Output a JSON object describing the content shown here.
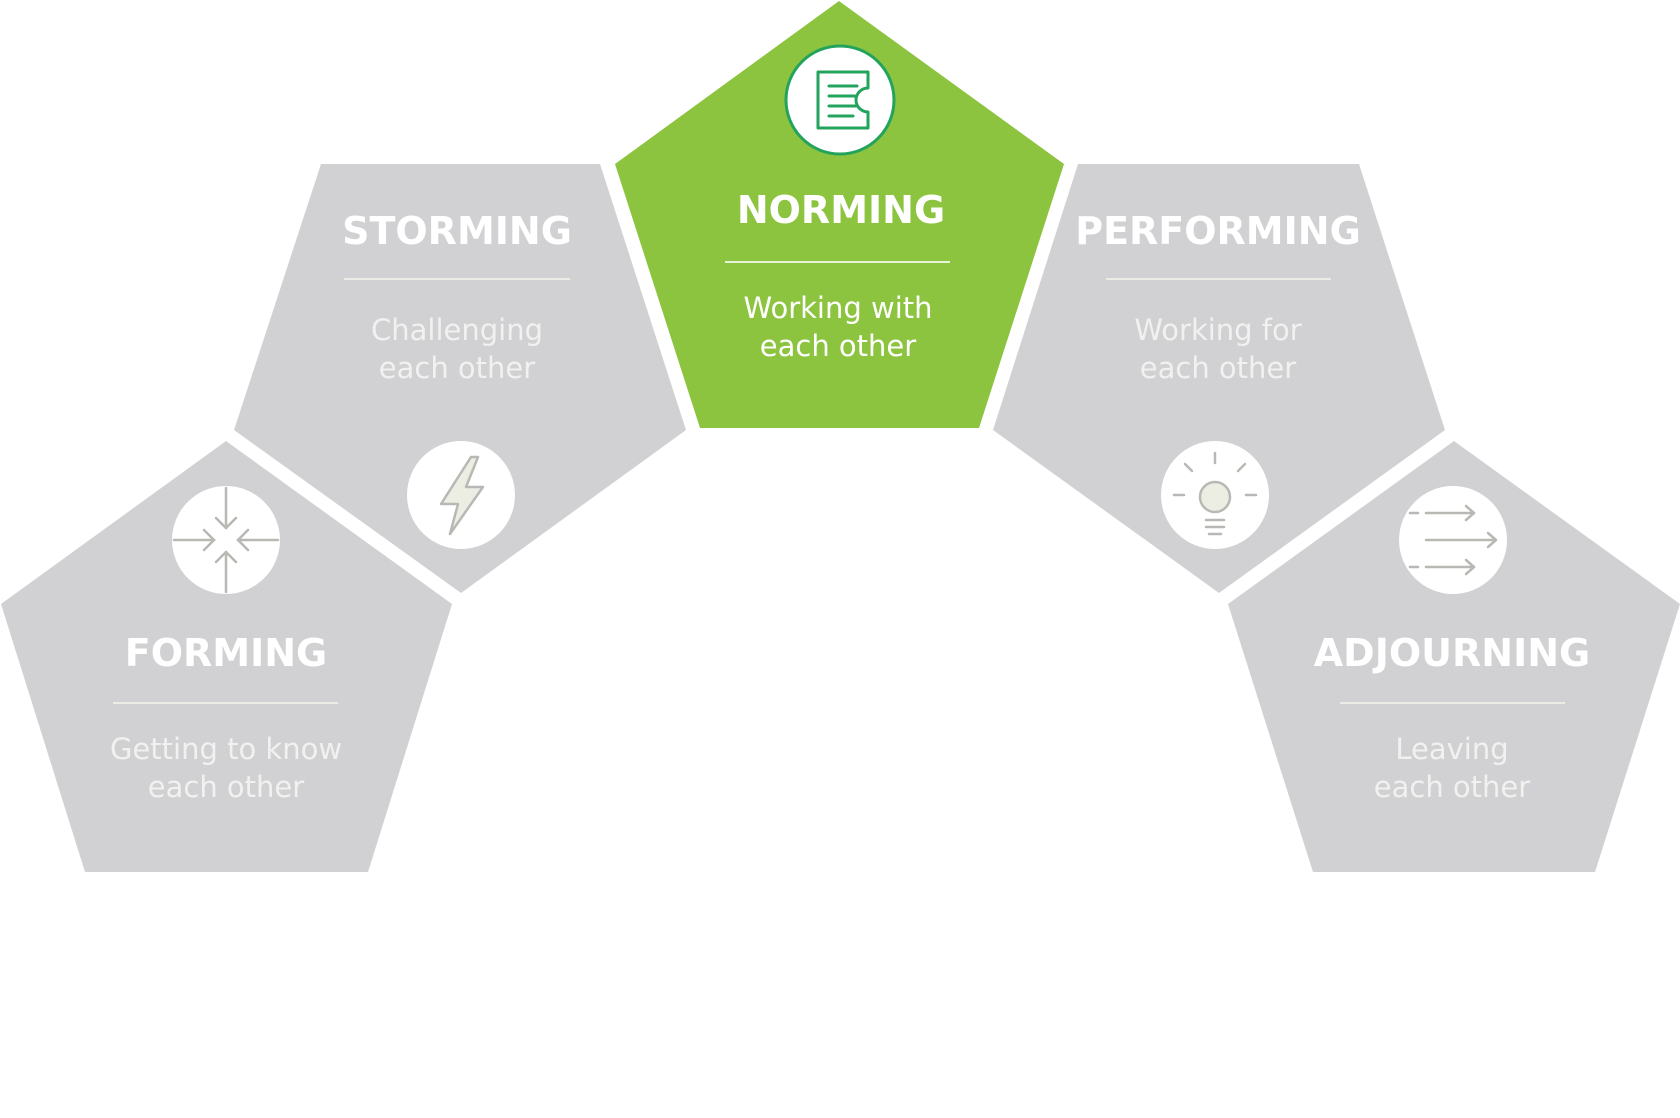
{
  "colors": {
    "inactive": "#d1d1d3",
    "active": "#8dc43f",
    "icon_stroke_gray": "#b8b8b4",
    "icon_stroke_active": "#23a35c",
    "divider": "#ecece6"
  },
  "stages": [
    {
      "id": "forming",
      "title": "FORMING",
      "desc_line1": "Getting to know",
      "desc_line2": "each other",
      "icon": "arrows-converging-icon",
      "active": false
    },
    {
      "id": "storming",
      "title": "STORMING",
      "desc_line1": "Challenging",
      "desc_line2": "each other",
      "icon": "lightning-bolt-icon",
      "active": false
    },
    {
      "id": "norming",
      "title": "NORMING",
      "desc_line1": "Working with",
      "desc_line2": "each other",
      "icon": "document-icon",
      "active": true
    },
    {
      "id": "performing",
      "title": "PERFORMING",
      "desc_line1": "Working for",
      "desc_line2": "each other",
      "icon": "lightbulb-icon",
      "active": false
    },
    {
      "id": "adjourning",
      "title": "ADJOURNING",
      "desc_line1": "Leaving",
      "desc_line2": "each other",
      "icon": "arrows-parallel-icon",
      "active": false
    }
  ]
}
